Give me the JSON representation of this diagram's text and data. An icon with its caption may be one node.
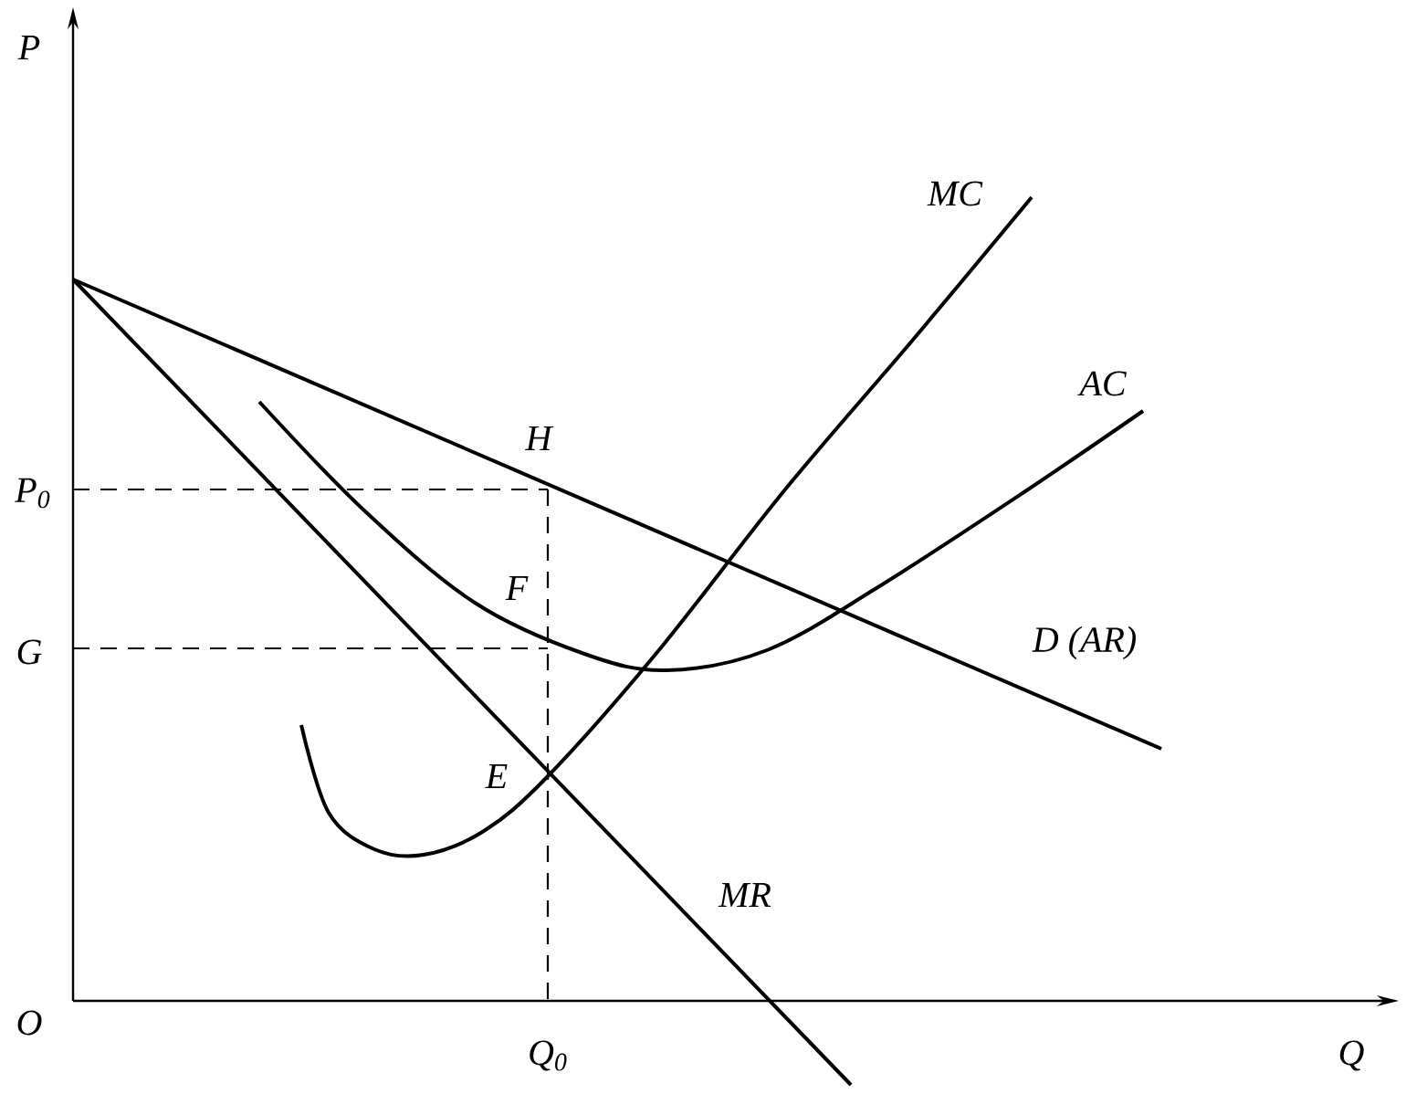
{
  "diagram": {
    "labels": [
      "P",
      "MC",
      "AC",
      "H",
      "P$_{0}$",
      "F",
      "G",
      "D (AR)",
      "E",
      "MR",
      "O",
      "Q$_{0}$",
      "Q"
    ]
  }
}
